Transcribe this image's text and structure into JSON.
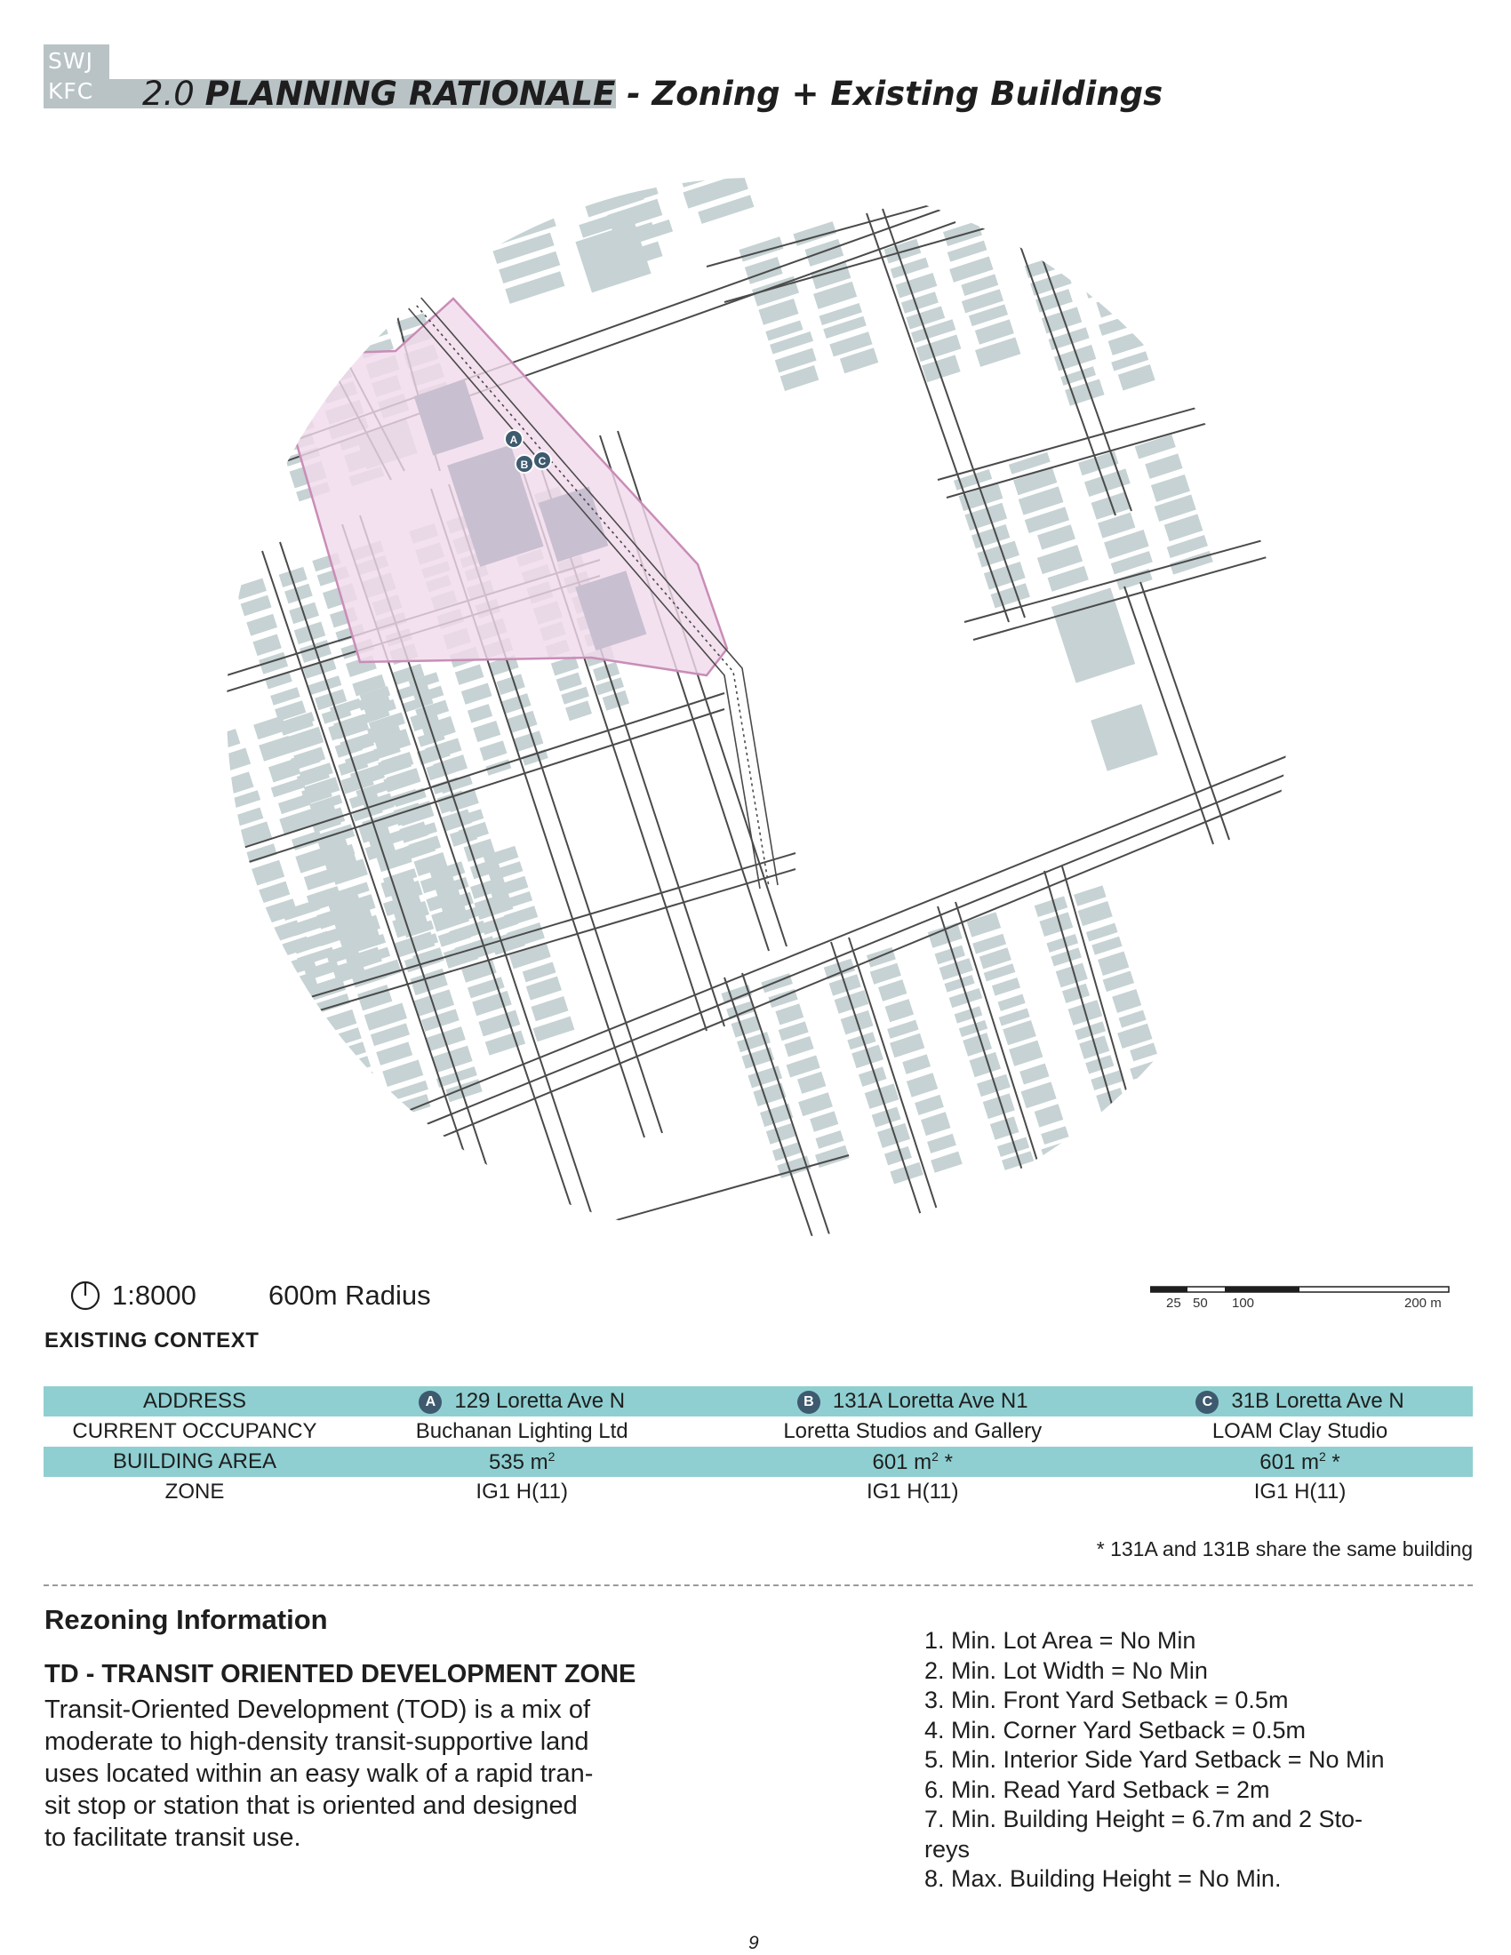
{
  "header": {
    "logo_line1": "SWJ",
    "logo_line2": "KFC",
    "title_number": "2.0",
    "title_section": "PLANNING RATIONALE",
    "title_rest": " - Zoning + Existing Buildings"
  },
  "map": {
    "marker_a": "A",
    "marker_b": "B",
    "marker_c": "C",
    "colors": {
      "building": "#c6d2d3",
      "road": "#4a4a4a",
      "site": "#f1d9eb",
      "site_border": "#c98db7"
    }
  },
  "scale": {
    "ratio": "1:8000",
    "radius": "600m Radius",
    "ticks": [
      "25",
      "50",
      "100",
      "200 m"
    ]
  },
  "existing_context": {
    "heading": "EXISTING CONTEXT",
    "rows": [
      {
        "label": "ADDRESS",
        "a": "129 Loretta Ave N",
        "b": "131A Loretta Ave N1",
        "c": "31B Loretta Ave N"
      },
      {
        "label": "CURRENT OCCUPANCY",
        "a": "Buchanan Lighting Ltd",
        "b": "Loretta Studios and Gallery",
        "c": "LOAM Clay Studio"
      },
      {
        "label": "BUILDING AREA",
        "a": "535 m",
        "b": "601 m",
        "c": "601 m",
        "sup": "2",
        "star": " *"
      },
      {
        "label": "ZONE",
        "a": "IG1 H(11)",
        "b": "IG1 H(11)",
        "c": "IG1 H(11)"
      }
    ],
    "footnote": "* 131A and 131B share the same building"
  },
  "rezoning": {
    "heading": "Rezoning Information",
    "zone_title": "TD - TRANSIT ORIENTED DEVELOPMENT ZONE",
    "zone_body_lines": [
      "Transit-Oriented Development (TOD) is a mix of",
      "moderate to high-density transit-supportive land",
      "uses located within an easy walk of a rapid tran-",
      "sit stop or station that is oriented and designed",
      "to facilitate transit use."
    ],
    "rules": [
      "1.  Min. Lot Area = No Min",
      "2. Min. Lot Width = No Min",
      "3. Min. Front Yard Setback = 0.5m",
      "4. Min. Corner Yard Setback = 0.5m",
      "5. Min. Interior Side Yard Setback = No Min",
      "6. Min. Read Yard Setback = 2m",
      "7. Min. Building Height = 6.7m and 2 Sto-",
      "reys",
      "8. Max. Building Height = No Min."
    ]
  },
  "page_number": "9"
}
